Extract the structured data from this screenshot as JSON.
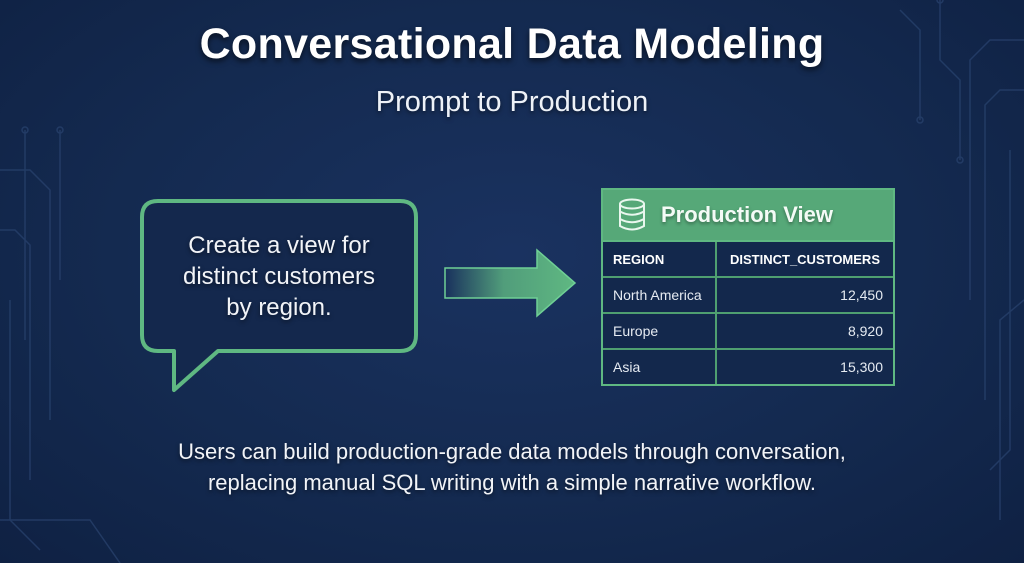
{
  "title": "Conversational Data Modeling",
  "subtitle": "Prompt to Production",
  "prompt_bubble": {
    "text_lines": [
      "Create a view for",
      "distinct customers",
      "by region."
    ]
  },
  "production_view": {
    "icon": "database-icon",
    "title": "Production View",
    "columns": [
      "REGION",
      "DISTINCT_CUSTOMERS"
    ],
    "rows": [
      [
        "North America",
        "12,450"
      ],
      [
        "Europe",
        "8,920"
      ],
      [
        "Asia",
        "15,300"
      ]
    ]
  },
  "description_lines": [
    "Users can build production-grade data models through conversation,",
    "replacing manual SQL writing with a simple narrative workflow."
  ],
  "colors": {
    "background": "#142a50",
    "accent_green": "#5fb882",
    "header_green": "#56a878"
  }
}
